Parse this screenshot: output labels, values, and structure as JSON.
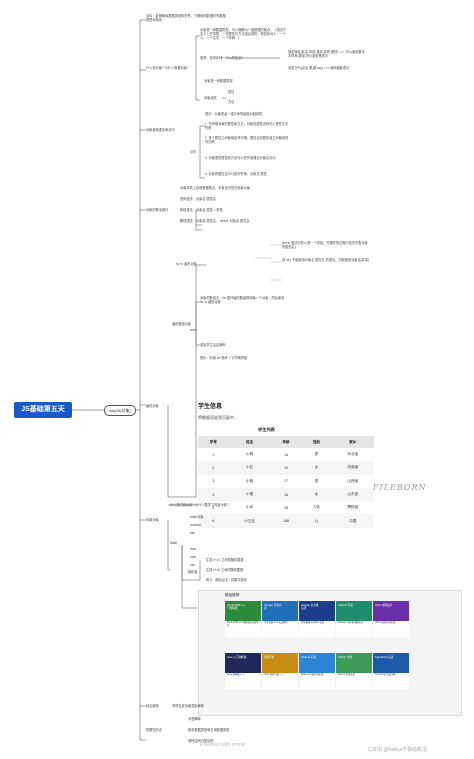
{
  "root": "JS基础第五天",
  "day_node": "day05(对象)",
  "top_note": "目标：能够使用数据类型和符号，了解使用数据时的数据类型和场景",
  "branch1": {
    "title": "什么是对象? 为什么需要对象?",
    "desc1": "对象是一种数据类型，可以理解为一组数据的集合。（相当于名义上的事物，一些属性与方法组合成的，例如你对人：一个人，一个名字，一个年龄...）",
    "need": "需求：如何存储一个人的信息?",
    "need_items": [
      "静态特征(姓名,年龄,身高,性别,爱好) ==> 可以使用数字,字符串,数组,布尔类型等表示",
      "动态行为(点名,唱,跳,rap) ==> 使用函数表示"
    ],
    "kind": "对象是一种数据类型",
    "parts": "对象组成",
    "prop": "属性",
    "method": "方法"
  },
  "branch2": {
    "title": "对象使用语法和访问",
    "syntax": "语法：对象是由一组无序的键值对组成的",
    "items": [
      "1. 先声明对象的属性和方法，对象的属性名称可以是任意字符串",
      "2. 多个属性之间使用逗号分隔，属性名和属性值之间使用冒号分隔",
      "3. 对象里的属性和方法可以在外部通过对象名访问",
      "4. 对象的属性名可以是字符串，对象名.属性"
    ],
    "visit": "访问"
  },
  "branch3": {
    "title": "对象的基本操作",
    "header": "对象本质上也是数据集合，本身也不是字面量对象",
    "ops": [
      "查询语法：对象名.属性名",
      "新增语法：对象名.属性 = 新值",
      "删除语法：对象名.属性名 ，delete 对象名.属性名"
    ]
  },
  "branch4": {
    "title": "遍历对象",
    "forin": "for in 遍历对象",
    "forin_desc": "(for in 语法中的 k 是一个变量，在循环的过程中依次代表对象的属性名)",
    "loop_note": "用 key 不能使用对象名.属性名 的语法，只能使用对象名[变量]",
    "arr": "遍历数组对象",
    "arr_desc": "对象的数组中，for 循环遍历数组得到每一个对象，然后使用 for in 遍历对象",
    "student": "渲染学生信息案例",
    "hint": "提示：利用 for 循环 + 字符串拼接"
  },
  "branch5": {
    "title": "内置对象",
    "what": "什么是内置对象? 为什么要学习内置对象?",
    "math": "Math",
    "items": [
      "Math对象",
      "random",
      "ceil",
      "floor",
      "max",
      "min"
    ],
    "rand": "随机数",
    "rand_items": [
      "生成 0~10 之间的随机整数",
      "生成 N~M 之间的随机整数",
      "练习：随机点名 / 猜数字游戏"
    ]
  },
  "branch6": {
    "title": "综合案例",
    "desc": "学成在线页面渲染案例"
  },
  "branch7": {
    "title": "拓展知识点",
    "items": [
      "术语解释",
      "基本数据类型和引用数据类型",
      "堆栈空间分配区别"
    ]
  },
  "student": {
    "title": "学生信息",
    "subtitle": "将数据渲染到页面中...",
    "caption": "学生列表",
    "headers": [
      "序号",
      "姓名",
      "年龄",
      "性别",
      "家乡"
    ],
    "rows": [
      [
        "1",
        "小明",
        "18",
        "男",
        "河北省"
      ],
      [
        "2",
        "小红",
        "19",
        "女",
        "河南省"
      ],
      [
        "3",
        "小刚",
        "17",
        "男",
        "山西省"
      ],
      [
        "4",
        "小丽",
        "18",
        "女",
        "山东省"
      ],
      [
        "5",
        "小米",
        "18",
        "人妖",
        "攀枝省"
      ],
      [
        "6",
        "小王臣",
        "188",
        "公",
        "中国"
      ]
    ],
    "logo": "FILEBORN"
  },
  "panel": {
    "title": "精品推荐",
    "cards": [
      {
        "tag": "ThinkPHP5.0 入门到精通",
        "cap": "Think PHP 5.0 博客系统实战项目",
        "color": "#2b8b3a"
      },
      {
        "tag": "Uni-app 开发实战",
        "cap": "完全掌握 Vue 实战课程",
        "color": "#1f6fb8"
      },
      {
        "tag": "Angular 企业级实战",
        "cap": "前端框架 Angular 实战",
        "color": "#1d3c8c"
      },
      {
        "tag": "Android 开发",
        "cap": "Android 开发零基础实战",
        "color": "#1e8e6e"
      },
      {
        "tag": "UGUI 游戏设计",
        "cap": "UGUI 游戏开发实战",
        "color": "#6a2fa8"
      },
      {
        "tag": "Java 入门到精通",
        "cap": "Java 零基础入门",
        "color": "#20285a"
      },
      {
        "tag": "游戏开发",
        "cap": "Unity 游戏开发入门",
        "color": "#c98a12"
      },
      {
        "tag": "Node.js 实战",
        "cap": "Node.js 后端开发实战",
        "color": "#2c86d6"
      },
      {
        "tag": "Python 全栈",
        "cap": "Python 全栈开发",
        "color": "#3f9a5a"
      },
      {
        "tag": "TypeScript 实战",
        "cap": "TypeScript 实战训练",
        "color": "#1c5aa8"
      }
    ]
  },
  "footer": {
    "mind": "Powered with xmind",
    "csdn": "CSDN @heibui不相信眼泪"
  }
}
